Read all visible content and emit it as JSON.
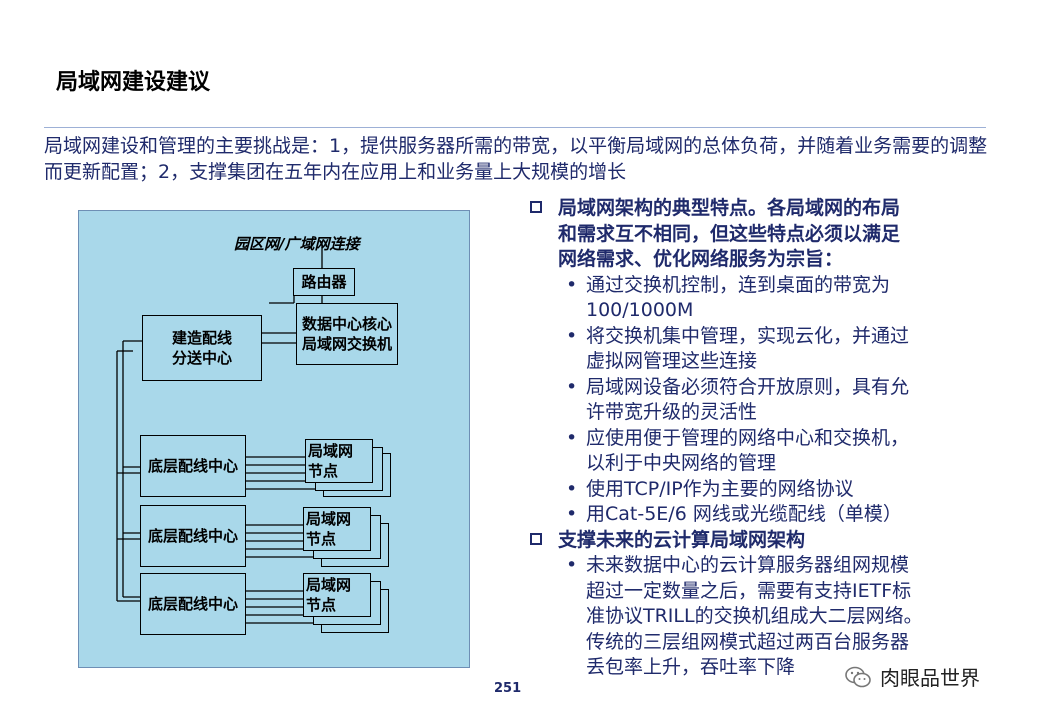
{
  "title": "局域网建设建议",
  "intro": "局域网建设和管理的主要挑战是：1，提供服务器所需的带宽，以平衡局域网的总体负荷，并随着业务需要的调整而更新配置；2，支撑集团在五年内在应用上和业务量上大规模的增长",
  "diagram": {
    "link_label": "园区网/广域网连接",
    "router": "路由器",
    "core_switch": [
      "数据中心核心",
      "局域网交换机"
    ],
    "distribution": [
      "建造配线",
      "分送中心"
    ],
    "floor_centers": [
      "底层配线中心",
      "底层配线中心",
      "底层配线中心"
    ],
    "node_label": [
      "局域网",
      "节点"
    ]
  },
  "section1": {
    "heading": [
      "局域网架构的典型特点。各局域网的布局",
      "和需求互不相同，但这些特点必须以满足",
      "网络需求、优化网络服务为宗旨："
    ],
    "bullets": [
      [
        "通过交换机控制，连到桌面的带宽为",
        "100/1000M"
      ],
      [
        "将交换机集中管理，实现云化，并通过",
        "虚拟网管理这些连接"
      ],
      [
        "局域网设备必须符合开放原则，具有允",
        "许带宽升级的灵活性"
      ],
      [
        "应使用便于管理的网络中心和交换机，",
        "以利于中央网络的管理"
      ],
      [
        "使用TCP/IP作为主要的网络协议"
      ],
      [
        "用Cat-5E/6 网线或光缆配线（单模）"
      ]
    ]
  },
  "section2": {
    "heading": "支撑未来的云计算局域网架构",
    "bullet": [
      "未来数据中心的云计算服务器组网规模",
      "超过一定数量之后，需要有支持IETF标",
      "准协议TRILL的交换机组成大二层网络。",
      "传统的三层组网模式超过两百台服务器",
      "丢包率上升，吞吐率下降"
    ]
  },
  "page_number": "251",
  "watermark": "肉眼品世界",
  "colors": {
    "text": "#1f2a6b",
    "diagram_bg": "#a9d8ea",
    "rule": "#9db0d6"
  }
}
